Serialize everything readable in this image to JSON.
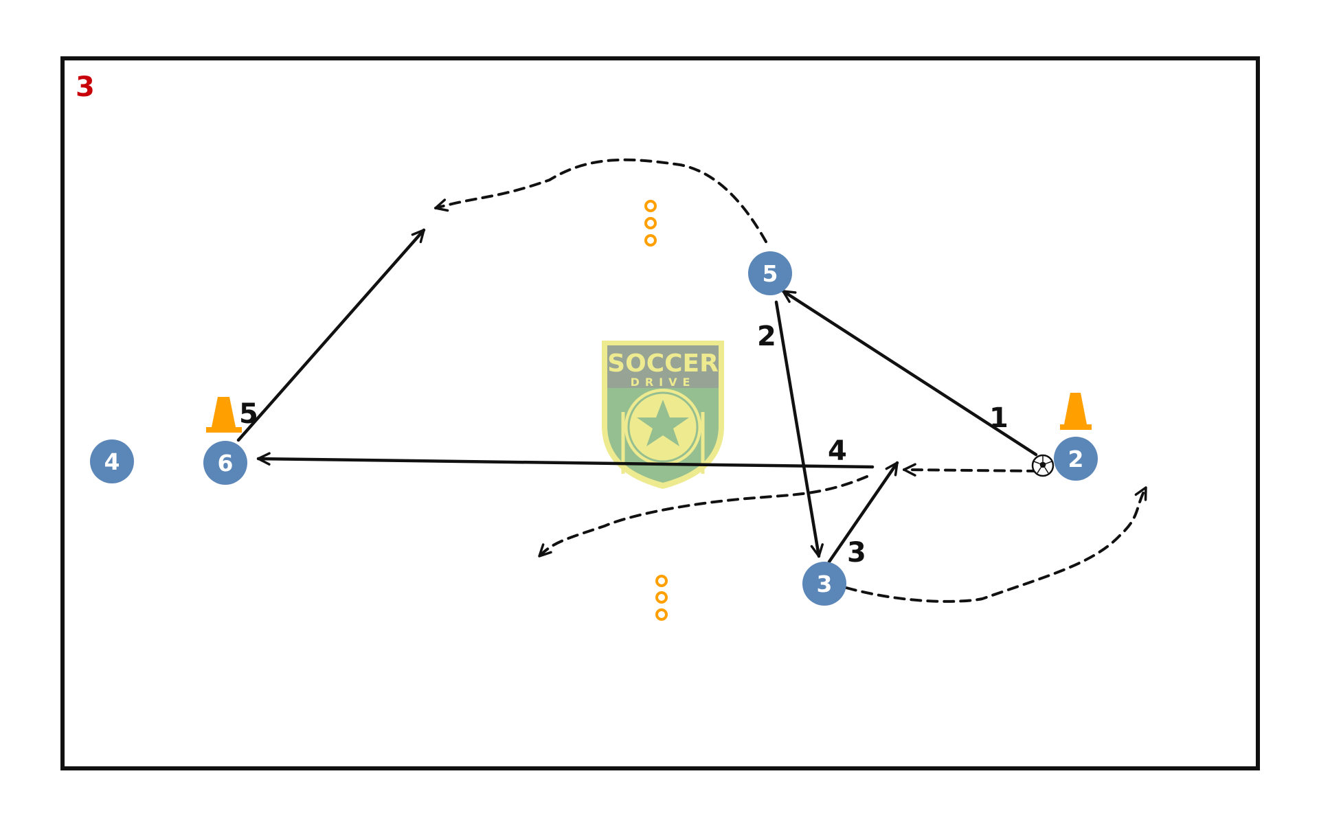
{
  "drill": {
    "number": "3"
  },
  "players": [
    {
      "id": "player-2",
      "label": "2"
    },
    {
      "id": "player-3",
      "label": "3"
    },
    {
      "id": "player-4",
      "label": "4"
    },
    {
      "id": "player-5",
      "label": "5"
    },
    {
      "id": "player-6",
      "label": "6"
    }
  ],
  "steps": [
    {
      "id": "step-1",
      "label": "1"
    },
    {
      "id": "step-2",
      "label": "2"
    },
    {
      "id": "step-3",
      "label": "3"
    },
    {
      "id": "step-4",
      "label": "4"
    },
    {
      "id": "step-5",
      "label": "5"
    }
  ],
  "logo": {
    "line1": "SOCCER",
    "line2": "DRIVE"
  },
  "colors": {
    "player": "#5b86b8",
    "cone": "#ffa000",
    "marker": "#ffa000",
    "drill_label": "#c8000a",
    "line": "#111111",
    "logo_gray": "#8c9a8a",
    "logo_green": "#8ab984",
    "logo_yellow": "#ece883"
  }
}
